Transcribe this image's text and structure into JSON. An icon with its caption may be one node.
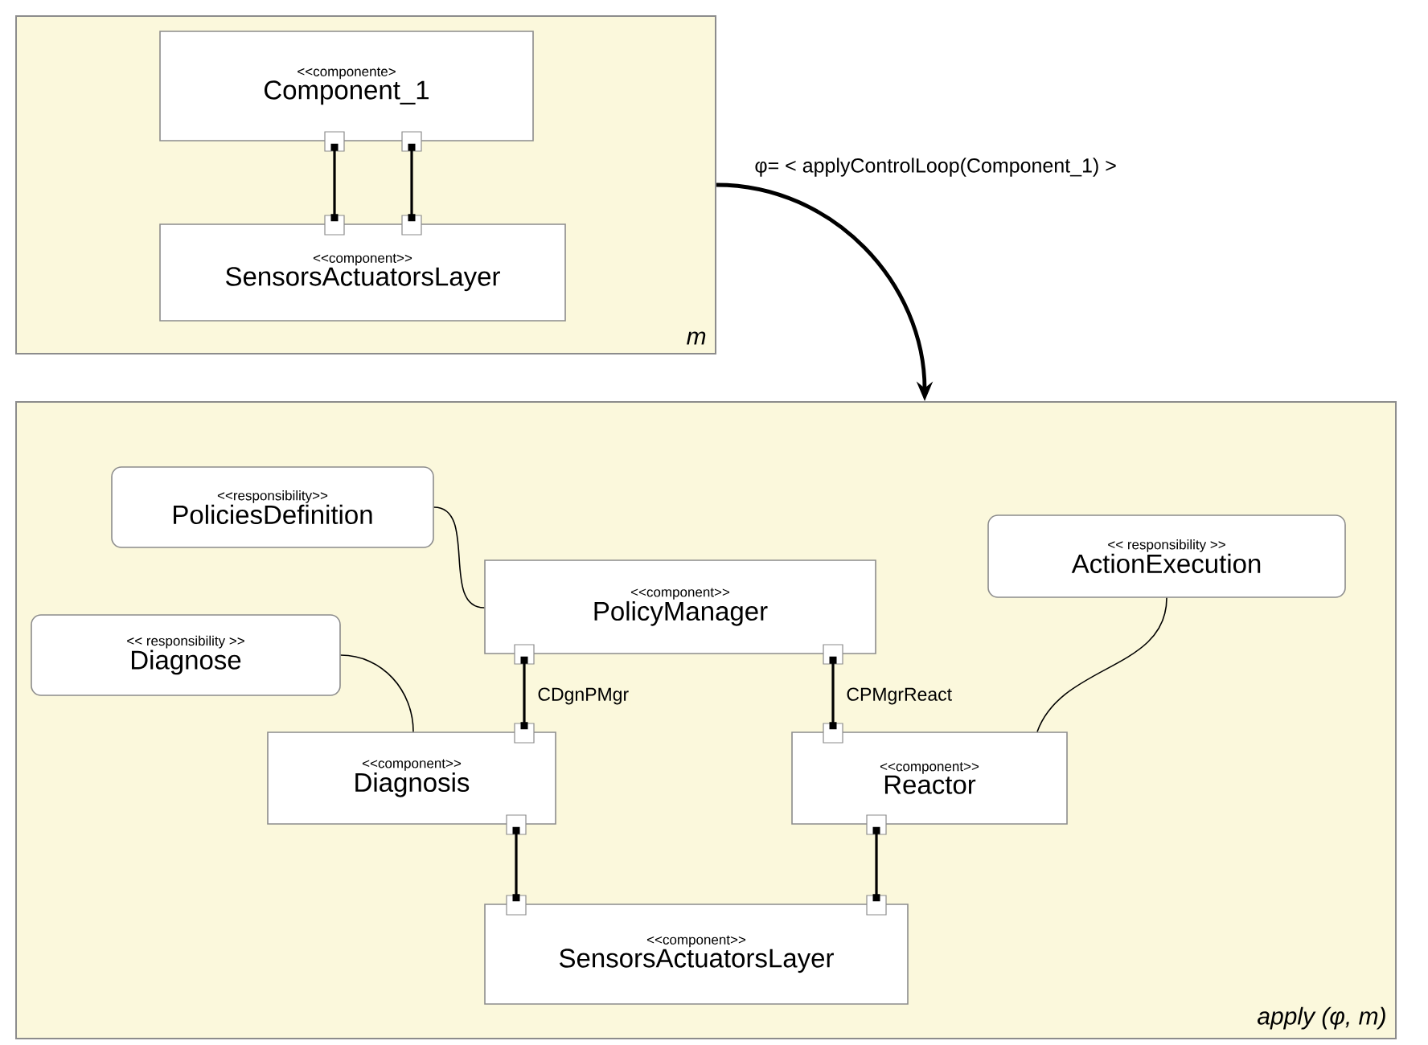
{
  "diagram": {
    "nodes": [
      {
        "text": [
          "m"
        ]
      },
      {
        "text": [
          "<<componente>",
          "Component_1"
        ],
        "in": 0
      },
      {
        "text": [
          "<<component>>",
          "SensorsActuatorsLayer"
        ],
        "in": 0
      },
      {
        "text": [
          "apply (φ, m)"
        ]
      },
      {
        "text": [
          "<<responsibility>>",
          "PoliciesDefinition"
        ],
        "in": 3
      },
      {
        "text": [
          "<<component>>",
          "PolicyManager"
        ],
        "in": 3
      },
      {
        "text": [
          "<< responsibility >>",
          "Diagnose"
        ],
        "in": 3
      },
      {
        "text": [
          "<<component>>",
          "Diagnosis"
        ],
        "in": 3
      },
      {
        "text": [
          "<< responsibility >>",
          "ActionExecution"
        ],
        "in": 3
      },
      {
        "text": [
          "<<component>>",
          "Reactor"
        ],
        "in": 3
      },
      {
        "text": [
          "<<component>>",
          "SensorsActuatorsLayer"
        ],
        "in": 3
      }
    ],
    "edges": [
      {
        "from": 1,
        "to": 2,
        "arrow": "other"
      },
      {
        "from": 1,
        "to": 2,
        "arrow": "other"
      },
      {
        "from": 0,
        "to": 3,
        "arrow": "to",
        "label": "φ= < applyControlLoop(Component_1) >"
      },
      {
        "from": 4,
        "to": 5,
        "arrow": "none"
      },
      {
        "from": 5,
        "to": 7,
        "arrow": "other",
        "label": "CDgnPMgr"
      },
      {
        "from": 5,
        "to": 9,
        "arrow": "other",
        "label": "CPMgrReact"
      },
      {
        "from": 6,
        "to": 7,
        "arrow": "none"
      },
      {
        "from": 8,
        "to": 9,
        "arrow": "none"
      },
      {
        "from": 7,
        "to": 10,
        "arrow": "other"
      },
      {
        "from": 9,
        "to": 10,
        "arrow": "other"
      }
    ]
  }
}
